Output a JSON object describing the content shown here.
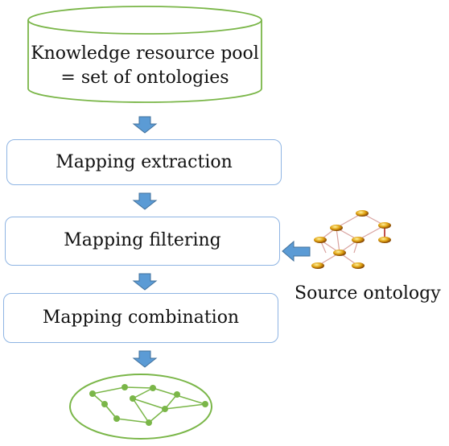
{
  "colors": {
    "cylinder_stroke": "#7ab648",
    "box_stroke": "#8eb4e3",
    "arrow_fill": "#5b9bd5",
    "arrow_stroke": "#41719c",
    "graph_node": "#7ab648",
    "ontology_node": "#d4a017",
    "ontology_edge": "#c0504d"
  },
  "pool": {
    "line1": "Knowledge resource pool",
    "line2": "= set of ontologies"
  },
  "steps": [
    {
      "label": "Mapping extraction"
    },
    {
      "label": "Mapping filtering"
    },
    {
      "label": "Mapping combination"
    }
  ],
  "source": {
    "label": "Source ontology"
  }
}
